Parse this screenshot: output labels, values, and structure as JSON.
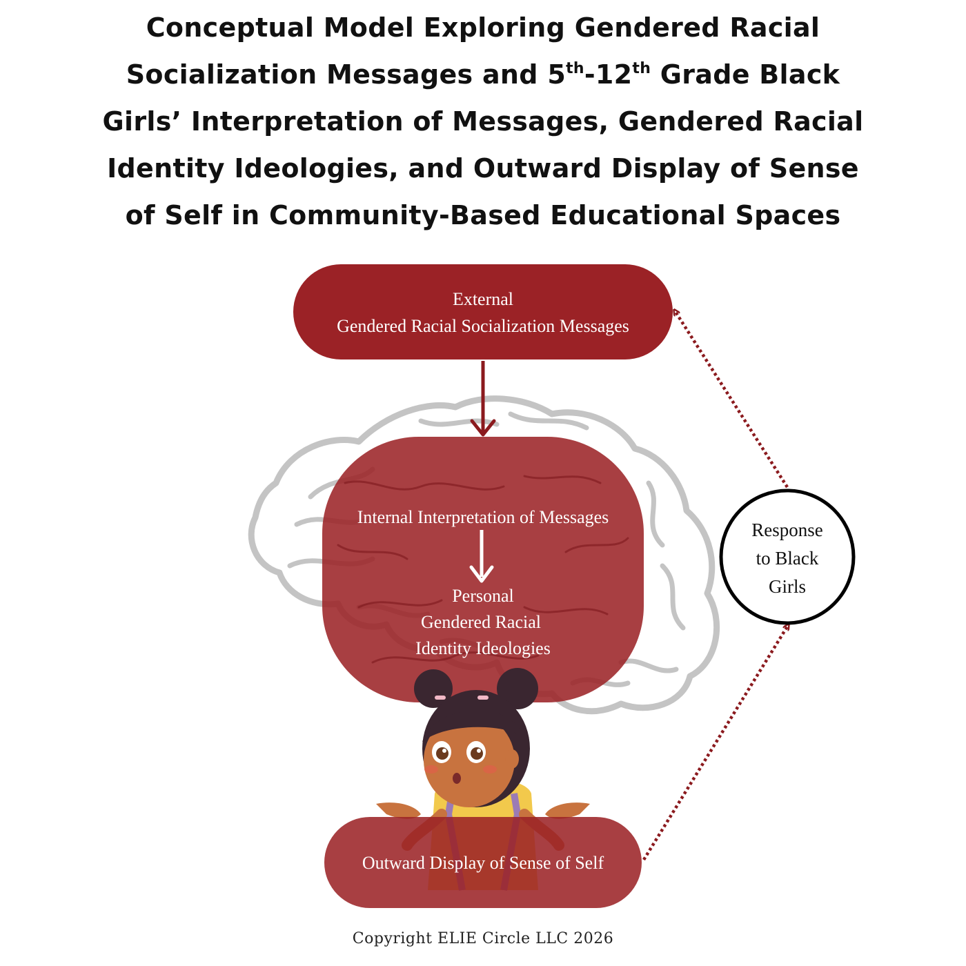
{
  "title": {
    "line1": "Conceptual Model Exploring Gendered Racial",
    "line2_a": "Socialization Messages and 5",
    "line2_sup1": "th",
    "line2_b": "-12",
    "line2_sup2": "th",
    "line2_c": " Grade Black",
    "line3": "Girls’ Interpretation of Messages, Gendered Racial",
    "line4": "Identity Ideologies, and Outward Display of Sense",
    "line5": "of Self in Community-Based Educational Spaces"
  },
  "nodes": {
    "external": {
      "line1": "External",
      "line2": "Gendered Racial Socialization Messages"
    },
    "internal": {
      "line1": "Internal Interpretation of Messages"
    },
    "personal": {
      "line1": "Personal",
      "line2": "Gendered Racial",
      "line3": "Identity Ideologies"
    },
    "outward": {
      "line1": "Outward Display of Sense of Self"
    },
    "response": {
      "line1": "Response",
      "line2": "to Black",
      "line3": "Girls"
    }
  },
  "footer": {
    "copyright": "Copyright ELIE Circle LLC 2026"
  },
  "colors": {
    "node_fill": "#9b2226",
    "node_fill_translucent": "rgba(155,34,38,0.87)",
    "arrow": "#8b1a1e",
    "brain_outline": "#c4c4c4",
    "text_on_node": "#ffffff",
    "circle_stroke": "#000000"
  },
  "icons": {
    "brain": "brain-illustration",
    "girl": "shrugging-girl-illustration"
  }
}
